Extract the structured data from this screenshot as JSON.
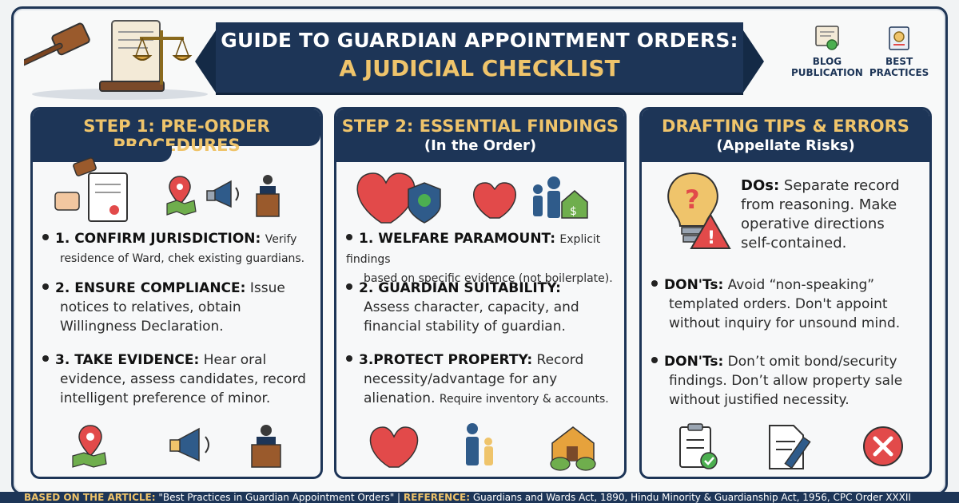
{
  "header": {
    "title_line1": "GUIDE TO GUARDIAN APPOINTMENT ORDERS:",
    "title_line2": "A JUDICIAL CHECKLIST",
    "badge_blog_line1": "BLOG",
    "badge_blog_line2": "PUBLICATION",
    "badge_best_line1": "BEST",
    "badge_best_line2": "PRACTICES"
  },
  "step1": {
    "heading": "STEP 1: PRE-ORDER PROCEDURES",
    "items": [
      {
        "label": "1. CONFIRM JURISDICTION:",
        "text": "Verify",
        "cont": "residence of Ward, chek existing guardians."
      },
      {
        "label": "2. ENSURE COMPLIANCE:",
        "text": "Issue",
        "cont1": "notices to relatives, obtain",
        "cont2": "Willingness Declaration."
      },
      {
        "label": "3. TAKE EVIDENCE:",
        "text": "Hear oral",
        "cont1": "evidence, assess candidates, record",
        "cont2": "intelligent preference of minor."
      }
    ]
  },
  "step2": {
    "heading": "STEP 2: ESSENTIAL FINDINGS",
    "subheading": "(In the Order)",
    "items": [
      {
        "label": "1. WELFARE PARAMOUNT:",
        "text": "Explicit findings",
        "cont": "based on specific evidence (not boilerplate)."
      },
      {
        "label": "2. GUARDIAN SUITABILITY:",
        "cont1": "Assess character, capacity, and",
        "cont2": "financial stability of guardian."
      },
      {
        "label": "3.PROTECT PROPERTY:",
        "text": "Record",
        "cont1": "necessity/advantage for any",
        "cont2": "alienation.",
        "cont2_small": "Require inventory & accounts."
      }
    ]
  },
  "tips": {
    "heading": "DRAFTING TIPS & ERRORS",
    "subheading": "(Appellate Risks)",
    "dos_label": "DOs:",
    "dos_l1": "Separate record",
    "dos_l2": "from reasoning. Make",
    "dos_l3": "operative directions",
    "dos_l4": "self-contained.",
    "donts1_label": "DON'Ts:",
    "donts1_l1": "Avoid “non-speaking”",
    "donts1_l2": "templated orders. Don't appoint",
    "donts1_l3": "without inquiry for unsound mind.",
    "donts2_label": "DON'Ts:",
    "donts2_l1": "Don’t omit bond/security",
    "donts2_l2": "findings. Don’t allow property sale",
    "donts2_l3": "without justified necessity."
  },
  "footer": {
    "based_label": "BASED ON THE ARTICLE:",
    "based_text": "\"Best Practices in Guardian Appointment Orders\" | ",
    "ref_label": "REFERENCE:",
    "ref_text": "Guardians and Wards Act, 1890, Hindu Minority & Guardianship Act, 1956, CPC Order XXXII"
  },
  "colors": {
    "navy": "#1d3557",
    "gold": "#efc46b",
    "red": "#e24a4a",
    "green": "#4caf50"
  }
}
